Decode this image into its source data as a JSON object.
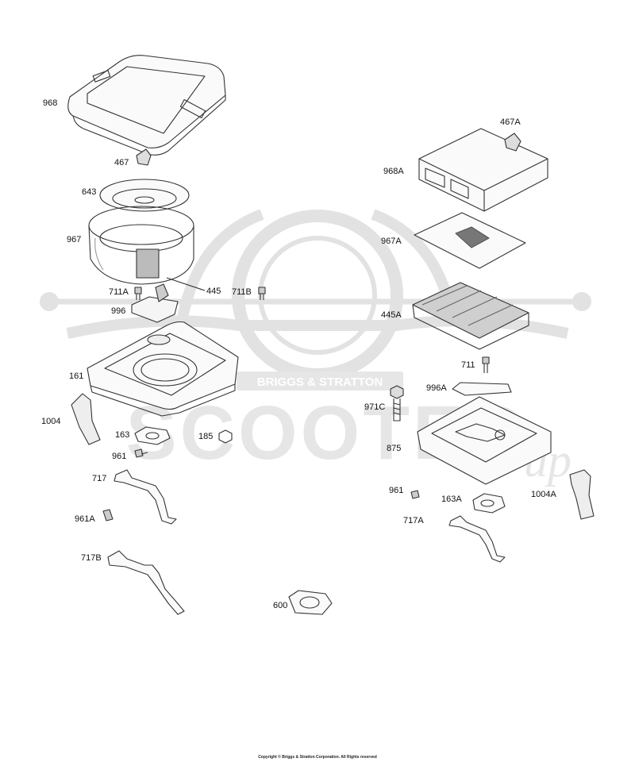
{
  "diagram": {
    "labels": {
      "p968": "968",
      "p467": "467",
      "p643": "643",
      "p967": "967",
      "p711A": "711A",
      "p445": "445",
      "p711B": "711B",
      "p996": "996",
      "p161": "161",
      "p1004": "1004",
      "p163": "163",
      "p185": "185",
      "p961": "961",
      "p717": "717",
      "p961A": "961A",
      "p717B": "717B",
      "p600": "600",
      "p467A": "467A",
      "p968A": "968A",
      "p967A": "967A",
      "p445A": "445A",
      "p711": "711",
      "p996A": "996A",
      "p971C": "971C",
      "p875": "875",
      "p961b": "961",
      "p163A": "163A",
      "p1004A": "1004A",
      "p717A": "717A"
    },
    "watermark": {
      "brand": "BRIGGS & STRATTON",
      "word": "SCOOTER",
      "suffix": "up"
    },
    "copyright": "Copyright © Briggs & Stratton Corporation. All Rights reserved"
  }
}
